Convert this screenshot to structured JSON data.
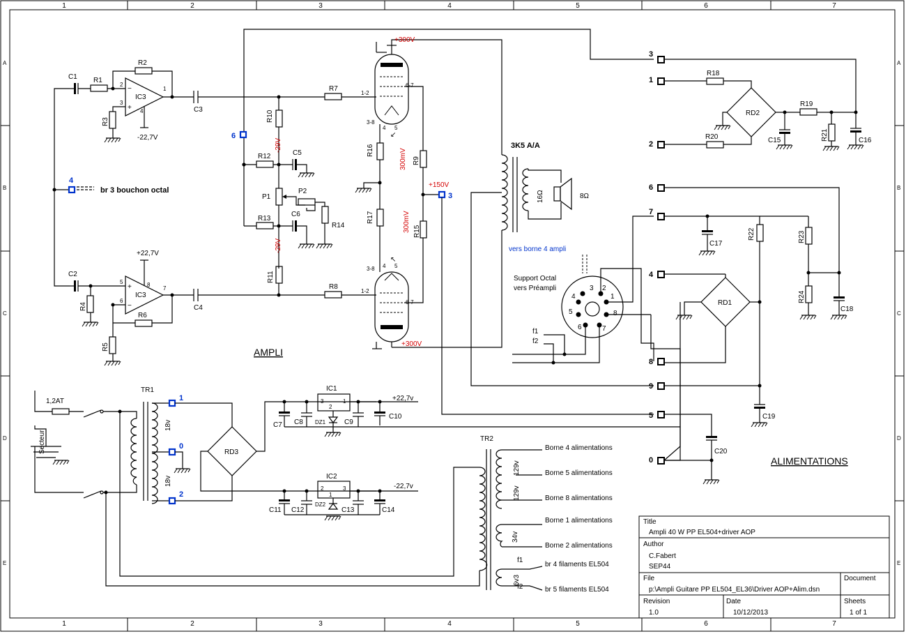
{
  "frame": {
    "columns": [
      "1",
      "2",
      "3",
      "4",
      "5",
      "6",
      "7"
    ],
    "rows": [
      "A",
      "B",
      "C",
      "D",
      "E"
    ]
  },
  "sections": {
    "ampli": "AMPLI",
    "alimentations": "ALIMENTATIONS"
  },
  "components": {
    "opamps": [
      "IC3",
      "IC3"
    ],
    "resistors": [
      "R1",
      "R2",
      "R3",
      "R4",
      "R5",
      "R6",
      "R7",
      "R8",
      "R9",
      "R10",
      "R11",
      "R12",
      "R13",
      "R14",
      "R15",
      "R16",
      "R17",
      "R18",
      "R19",
      "R20",
      "R21",
      "R22",
      "R23",
      "R24"
    ],
    "capacitors": [
      "C1",
      "C2",
      "C3",
      "C4",
      "C5",
      "C6",
      "C7",
      "C8",
      "C9",
      "C10",
      "C11",
      "C12",
      "C13",
      "C14",
      "C15",
      "C16",
      "C17",
      "C18",
      "C19",
      "C20"
    ],
    "pots": [
      "P1",
      "P2"
    ],
    "bridges": [
      "RD1",
      "RD2",
      "RD3"
    ],
    "regulators": [
      "IC1",
      "IC2"
    ],
    "zeners": [
      "DZ1",
      "DZ2"
    ],
    "transformers": [
      "TR1",
      "TR2"
    ],
    "opamp_pins": [
      "1",
      "2",
      "3",
      "4",
      "5",
      "6",
      "7",
      "8"
    ]
  },
  "voltages": {
    "plus300_top": "+300V",
    "plus300_bottom": "+300V",
    "plus150": "+150V",
    "minus29_top": "-29V",
    "minus29_bottom": "-29V",
    "mv300_top": "300mV",
    "mv300_bottom": "300mV",
    "plus22_7_opamp": "+22,7V",
    "minus22_7_opamp": "-22,7V",
    "plus22_7_reg": "+22,7v",
    "minus22_7_reg": "-22,7v"
  },
  "tube_pins": {
    "top_g1": "1-2",
    "top_a": "6-7",
    "top_k": "3-8",
    "top_p4": "4",
    "top_p5": "5",
    "bot_g1": "1-2",
    "bot_a": "6-7",
    "bot_k": "3-8",
    "bot_p4": "4",
    "bot_p5": "5"
  },
  "labels": {
    "br3": "br 3 bouchon octal",
    "transfo": "3K5 A/A",
    "ohm16": "16Ω",
    "ohm8": "8Ω",
    "vers_borne": "vers borne 4 ampli",
    "support1": "Support Octal",
    "support2": "vers Préampli",
    "fuse": "1,2AT",
    "secteur": "Secteur",
    "tr1_18a": "18v",
    "tr1_18b": "18v",
    "tr2_129a": "129v",
    "tr2_129b": "129v",
    "tr2_34": "34v",
    "tr2_6v3": "6v3",
    "f1": "f1",
    "f2": "f2",
    "f1b": "f1",
    "f2b": "f2"
  },
  "terminals": {
    "amp_6": "6",
    "amp_4": "4",
    "amp_3": "3",
    "tr_1": "1",
    "tr_0": "0",
    "tr_2": "2",
    "alim": [
      "3",
      "1",
      "2",
      "6",
      "7",
      "4",
      "8",
      "9",
      "5",
      "0"
    ],
    "octal_pins": [
      "1",
      "2",
      "3",
      "4",
      "5",
      "6",
      "7",
      "8"
    ]
  },
  "bornes": [
    "Borne 4 alimentations",
    "Borne 5 alimentations",
    "Borne 8 alimentations",
    "Borne 1 alimentations",
    "Borne 2 alimentations",
    "br 4 filaments EL504",
    "br 5 filaments EL504"
  ],
  "title_block": {
    "title_label": "Title",
    "title": "Ampli 40 W PP EL504+driver AOP",
    "author_label": "Author",
    "author1": "C.Fabert",
    "author2": "SEP44",
    "file_label": "File",
    "file": "p:\\Ampli Guitare PP EL504_EL36\\Driver AOP+Alim.dsn",
    "document_label": "Document",
    "revision_label": "Revision",
    "revision": "1.0",
    "date_label": "Date",
    "date": "10/12/2013",
    "sheets_label": "Sheets",
    "sheets": "1 of 1"
  }
}
